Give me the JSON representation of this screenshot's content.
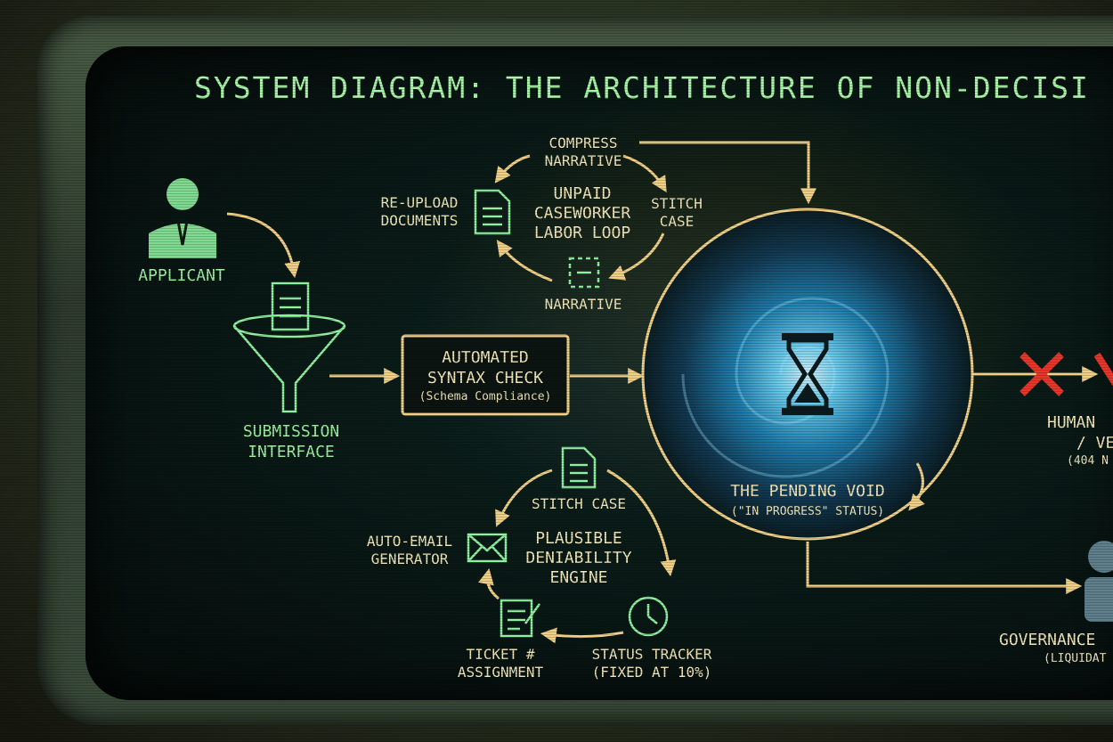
{
  "title": "SYSTEM DIAGRAM: THE ARCHITECTURE OF NON-DECISI",
  "nodes": {
    "applicant": "APPLICANT",
    "submission": [
      "SUBMISSION",
      "INTERFACE"
    ],
    "syntax_check": [
      "AUTOMATED",
      "SYNTAX CHECK",
      "(Schema Compliance)"
    ],
    "pending_void": [
      "THE PENDING VOID",
      "(\"IN PROGRESS\" STATUS)"
    ],
    "human": [
      "HUMAN",
      "/ VE",
      "(404 N"
    ],
    "governance": [
      "GOVERNANCE",
      "(LIQUIDAT"
    ]
  },
  "labor_loop": {
    "center": [
      "UNPAID",
      "CASEWORKER",
      "LABOR LOOP"
    ],
    "steps": {
      "compress": [
        "COMPRESS",
        "NARRATIVE"
      ],
      "stitch": [
        "STITCH",
        "CASE"
      ],
      "narrative": "NARRATIVE",
      "reupload": [
        "RE-UPLOAD",
        "DOCUMENTS"
      ]
    }
  },
  "deniability_loop": {
    "center": [
      "PLAUSIBLE",
      "DENIABILITY",
      "ENGINE"
    ],
    "steps": {
      "stitch": "STITCH CASE",
      "email": [
        "AUTO-EMAIL",
        "GENERATOR"
      ],
      "ticket": [
        "TICKET #",
        "ASSIGNMENT"
      ],
      "status": [
        "STATUS TRACKER",
        "(FIXED AT 10%)"
      ]
    }
  },
  "icons": [
    "person-icon",
    "funnel-icon",
    "document-icon",
    "hourglass-icon",
    "envelope-icon",
    "clock-icon",
    "clipboard-pencil-icon",
    "cross-icon"
  ],
  "colors": {
    "green": "#9cf0a0",
    "cream": "#f3e6b8",
    "arrow": "#f0cf86",
    "red": "#e8362a",
    "void": "#3fb8e8"
  }
}
